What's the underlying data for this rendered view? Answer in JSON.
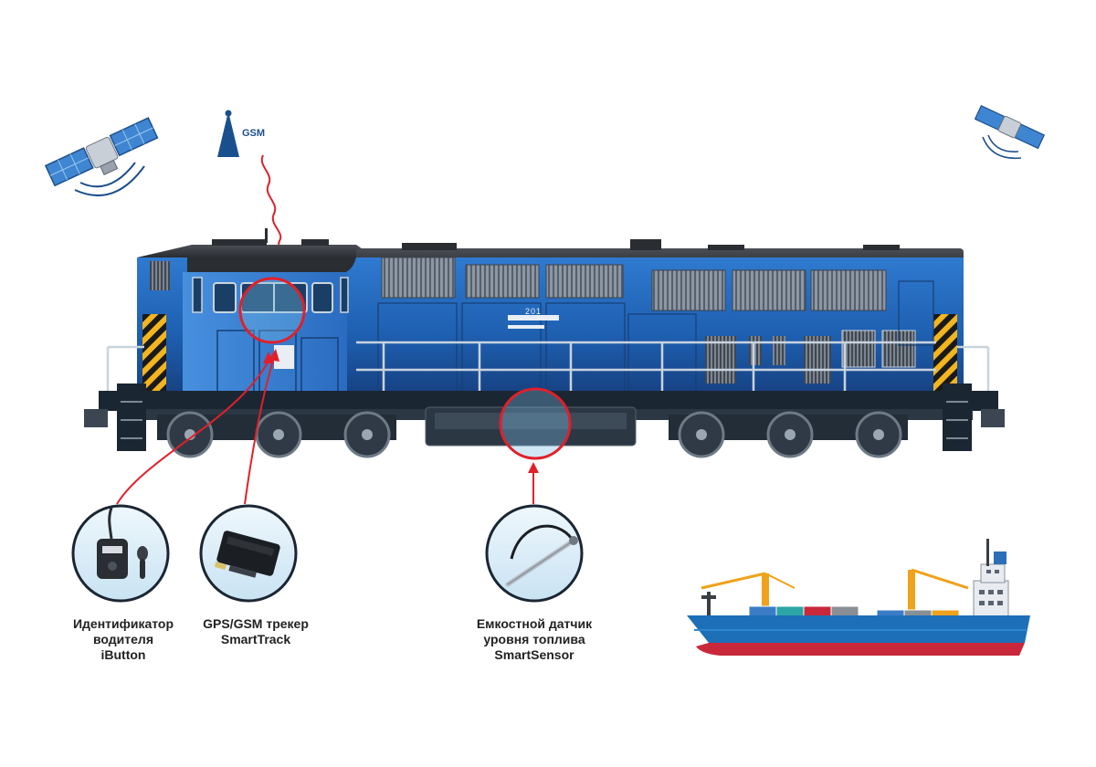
{
  "gsm_label": "GSM",
  "loco_number": "201",
  "tracker_device_text": "SmartTrack",
  "ibutton_device_text": "iButton",
  "labels": {
    "ibutton": [
      "Идентификатор",
      "водителя",
      "iButton"
    ],
    "tracker": [
      "GPS/GSM трекер",
      "SmartTrack"
    ],
    "sensor": [
      "Емкостной датчик",
      "уровня топлива",
      "SmartSensor"
    ]
  },
  "colors": {
    "loco_blue": "#1f5fb3",
    "loco_dark": "#1b2633",
    "highlight_red": "#e0202a",
    "callout_fill": "#d7ebf7",
    "gsm_blue": "#1a4f8e",
    "hull_blue": "#1d6fb8",
    "hull_red": "#c8283a"
  }
}
